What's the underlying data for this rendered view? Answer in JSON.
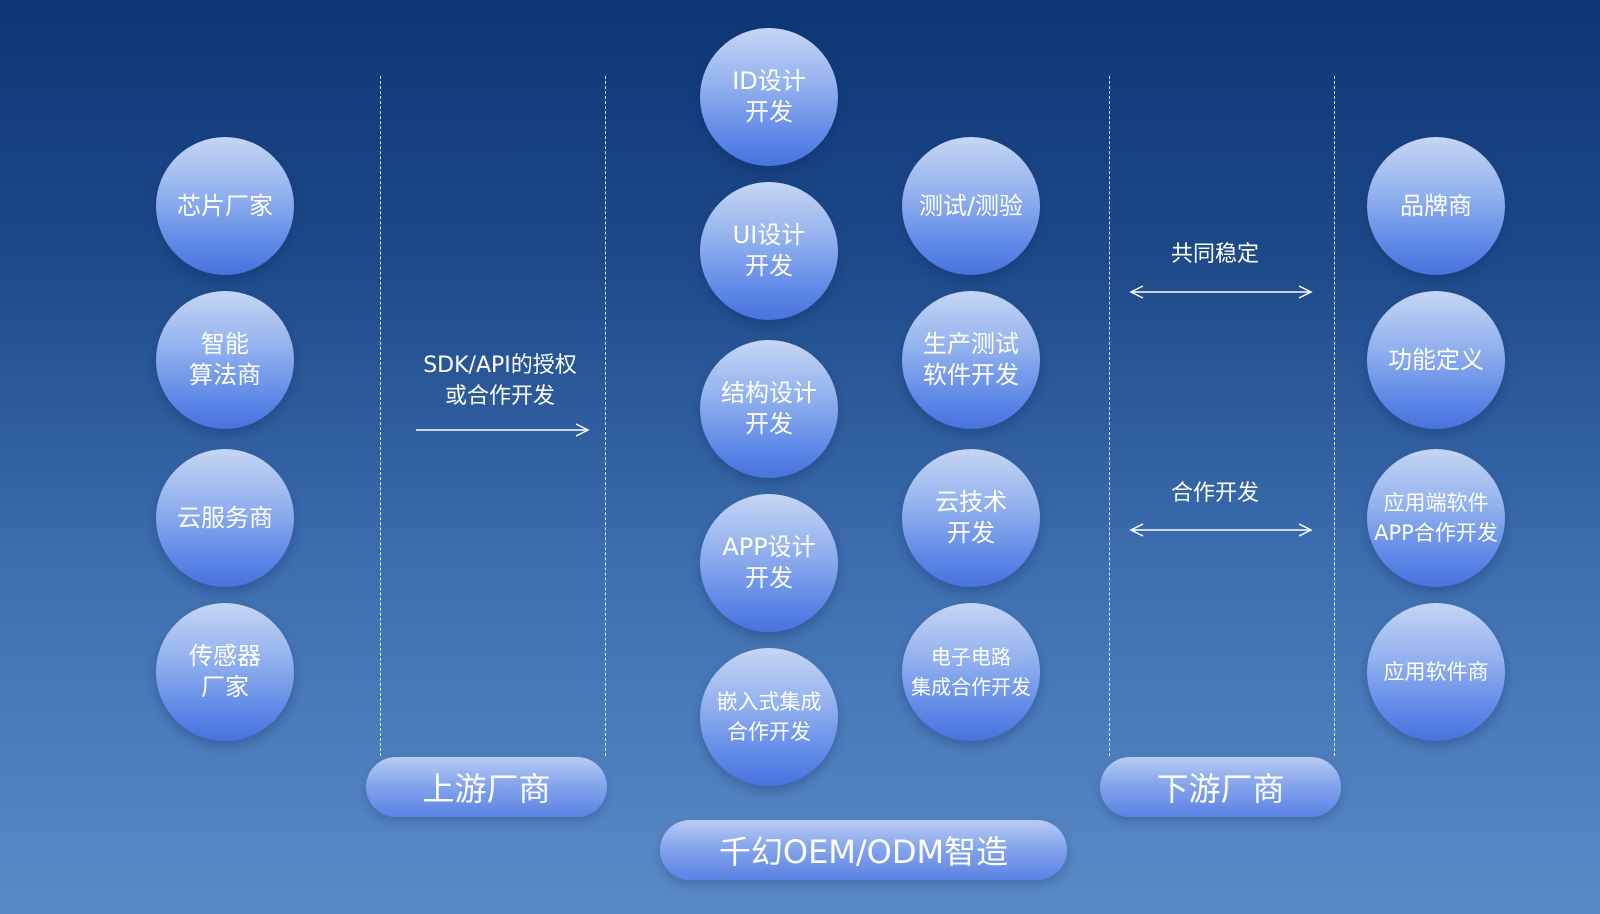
{
  "upstream_companies": [
    "芯片厂家",
    "智能\n算法商",
    "云服务商",
    "传感器\n厂家"
  ],
  "upstream_relation": {
    "label": "SDK/API的授权\n或合作开发"
  },
  "oem_services_left": [
    "ID设计\n开发",
    "UI设计\n开发",
    "结构设计\n开发",
    "APP设计\n开发",
    "嵌入式集成\n合作开发"
  ],
  "oem_services_right": [
    "测试/测验",
    "生产测试\n软件开发",
    "云技术\n开发",
    "电子电路\n集成合作开发"
  ],
  "downstream_relations": [
    {
      "label": "共同稳定"
    },
    {
      "label": "合作开发"
    }
  ],
  "downstream_companies": [
    "品牌商",
    "功能定义",
    "应用端软件\nAPP合作开发",
    "应用软件商"
  ],
  "group_labels": {
    "upstream": "上游厂商",
    "downstream": "下游厂商",
    "oem": "千幻OEM/ODM智造"
  }
}
